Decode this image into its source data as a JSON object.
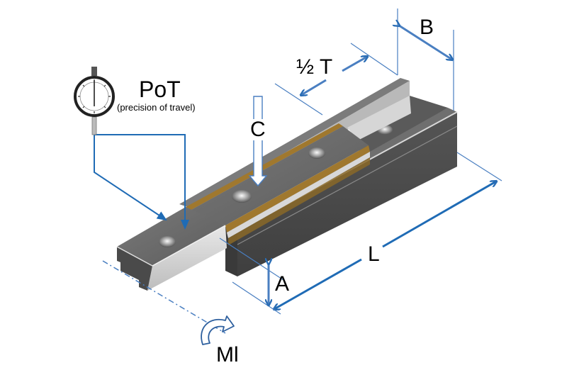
{
  "diagram": {
    "subject": "linear slide / telescopic rail",
    "colors": {
      "dimension_line": "#4a7fc1",
      "dimension_arrow": "#1f6bb5",
      "rail_dark": "#4d4d4d",
      "rail_mid": "#6b6b6b",
      "rail_light": "#c8c8c8",
      "rail_highlight": "#e6e6e6",
      "bearing_strip": "#a0782e"
    },
    "labels": {
      "pot": "PoT",
      "pot_caption": "(precision of travel)",
      "half_t": "½ T",
      "b": "B",
      "c": "C",
      "l": "L",
      "a": "A",
      "ml": "Ml"
    },
    "icons": {
      "dial_indicator": "dial-gauge-icon",
      "moment_arrow": "curved-arrow-icon",
      "load_arrow": "down-arrow-icon"
    }
  }
}
